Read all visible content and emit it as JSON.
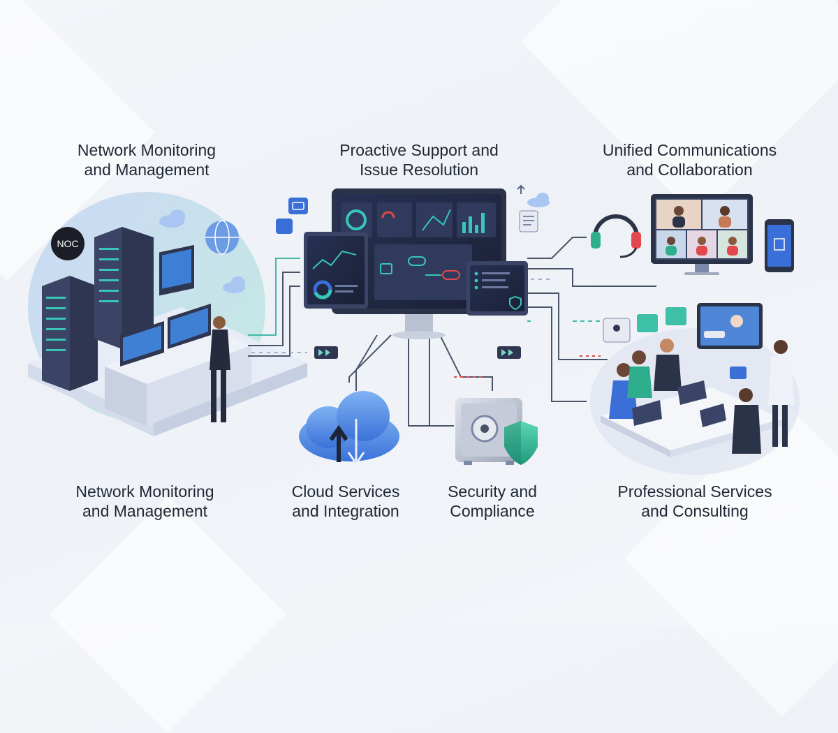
{
  "labels": {
    "top_left": [
      "Network Monitoring",
      "and Management"
    ],
    "top_center": [
      "Proactive Support and",
      "Issue Resolution"
    ],
    "top_right": [
      "Unified Communications",
      "and Collaboration"
    ],
    "bottom_left": [
      "Network Monitoring",
      "and Management"
    ],
    "bottom_cloud": [
      "Cloud Services",
      "and Integration"
    ],
    "bottom_security": [
      "Security and",
      "Compliance"
    ],
    "bottom_right": [
      "Professional Services",
      "and Consulting"
    ]
  },
  "badge": {
    "noc": "NOC"
  },
  "colors": {
    "accent_teal": "#36c0b0",
    "accent_blue": "#3a6fd8",
    "server_dark": "#2f3652",
    "screen_dark": "#1d2438",
    "shield_green": "#2fae8e",
    "alert_red": "#e2474b"
  },
  "icons": [
    "cloud-icon",
    "globe-icon",
    "server-rack-icon",
    "monitor-icon",
    "headset-icon",
    "smartphone-icon",
    "shield-icon",
    "safe-icon",
    "chat-bubble-icon"
  ]
}
